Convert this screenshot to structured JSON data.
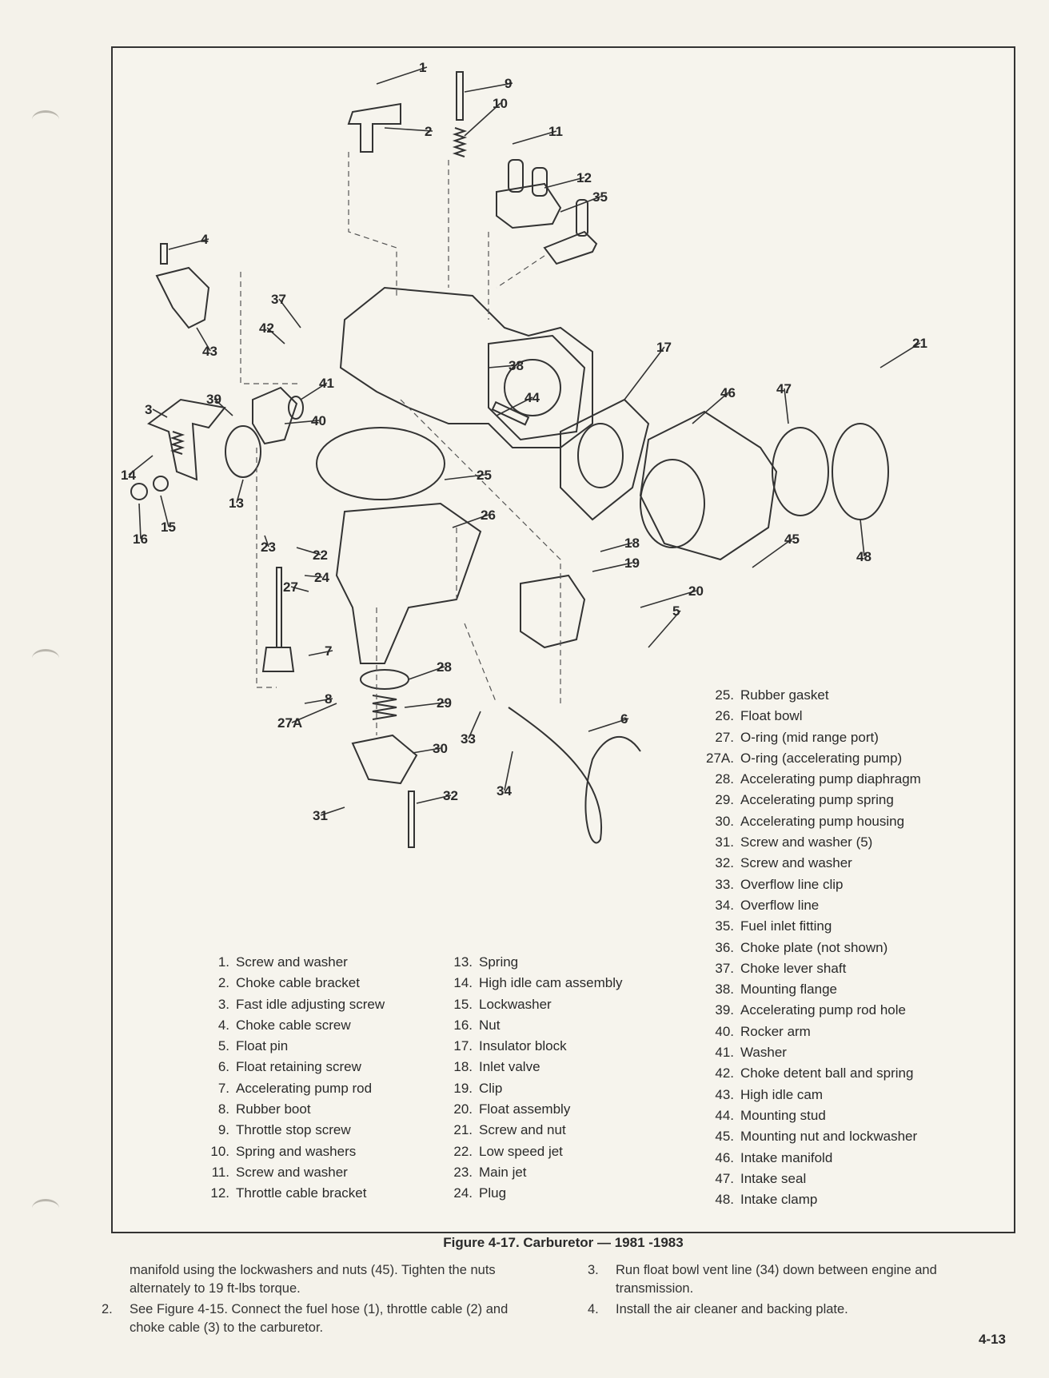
{
  "figure": {
    "caption": "Figure 4-17. Carburetor — 1981 -1983",
    "callouts": [
      "1",
      "2",
      "3",
      "4",
      "5",
      "6",
      "7",
      "8",
      "9",
      "10",
      "11",
      "12",
      "13",
      "14",
      "15",
      "16",
      "17",
      "18",
      "19",
      "20",
      "21",
      "22",
      "23",
      "24",
      "25",
      "26",
      "27",
      "27A",
      "28",
      "29",
      "30",
      "31",
      "32",
      "33",
      "34",
      "35",
      "37",
      "38",
      "39",
      "40",
      "41",
      "42",
      "43",
      "44",
      "45",
      "46",
      "47",
      "48"
    ],
    "legend_col1": [
      {
        "num": "1.",
        "label": "Screw and washer"
      },
      {
        "num": "2.",
        "label": "Choke cable bracket"
      },
      {
        "num": "3.",
        "label": "Fast idle adjusting screw"
      },
      {
        "num": "4.",
        "label": "Choke cable screw"
      },
      {
        "num": "5.",
        "label": "Float pin"
      },
      {
        "num": "6.",
        "label": "Float retaining screw"
      },
      {
        "num": "7.",
        "label": "Accelerating pump rod"
      },
      {
        "num": "8.",
        "label": "Rubber boot"
      },
      {
        "num": "9.",
        "label": "Throttle stop screw"
      },
      {
        "num": "10.",
        "label": "Spring and washers"
      },
      {
        "num": "11.",
        "label": "Screw and washer"
      },
      {
        "num": "12.",
        "label": "Throttle cable bracket"
      }
    ],
    "legend_col2": [
      {
        "num": "13.",
        "label": "Spring"
      },
      {
        "num": "14.",
        "label": "High idle cam assembly"
      },
      {
        "num": "15.",
        "label": "Lockwasher"
      },
      {
        "num": "16.",
        "label": "Nut"
      },
      {
        "num": "17.",
        "label": "Insulator block"
      },
      {
        "num": "18.",
        "label": "Inlet valve"
      },
      {
        "num": "19.",
        "label": "Clip"
      },
      {
        "num": "20.",
        "label": "Float assembly"
      },
      {
        "num": "21.",
        "label": "Screw and nut"
      },
      {
        "num": "22.",
        "label": "Low speed jet"
      },
      {
        "num": "23.",
        "label": "Main jet"
      },
      {
        "num": "24.",
        "label": "Plug"
      }
    ],
    "legend_col3": [
      {
        "num": "25.",
        "label": "Rubber gasket"
      },
      {
        "num": "26.",
        "label": "Float bowl"
      },
      {
        "num": "27.",
        "label": "O-ring (mid range port)"
      },
      {
        "num": "27A.",
        "label": "O-ring (accelerating pump)"
      },
      {
        "num": "28.",
        "label": "Accelerating pump diaphragm"
      },
      {
        "num": "29.",
        "label": "Accelerating pump spring"
      },
      {
        "num": "30.",
        "label": "Accelerating pump housing"
      },
      {
        "num": "31.",
        "label": "Screw and washer (5)"
      },
      {
        "num": "32.",
        "label": "Screw and washer"
      },
      {
        "num": "33.",
        "label": "Overflow line clip"
      },
      {
        "num": "34.",
        "label": "Overflow line"
      },
      {
        "num": "35.",
        "label": "Fuel inlet fitting"
      },
      {
        "num": "36.",
        "label": "Choke plate (not shown)"
      },
      {
        "num": "37.",
        "label": "Choke lever shaft"
      },
      {
        "num": "38.",
        "label": "Mounting flange"
      },
      {
        "num": "39.",
        "label": "Accelerating pump rod hole"
      },
      {
        "num": "40.",
        "label": "Rocker arm"
      },
      {
        "num": "41.",
        "label": "Washer"
      },
      {
        "num": "42.",
        "label": "Choke detent ball and spring"
      },
      {
        "num": "43.",
        "label": "High idle cam"
      },
      {
        "num": "44.",
        "label": "Mounting stud"
      },
      {
        "num": "45.",
        "label": "Mounting nut and lockwasher"
      },
      {
        "num": "46.",
        "label": "Intake manifold"
      },
      {
        "num": "47.",
        "label": "Intake seal"
      },
      {
        "num": "48.",
        "label": "Intake clamp"
      }
    ]
  },
  "text": {
    "left": [
      {
        "num": "",
        "text": "manifold using the lockwashers and nuts (45). Tighten the nuts alternately to 19 ft-lbs torque."
      },
      {
        "num": "2.",
        "text": "See Figure 4-15. Connect the fuel hose (1), throttle cable (2) and choke cable (3) to the carburetor."
      }
    ],
    "right": [
      {
        "num": "3.",
        "text": "Run float bowl vent line (34) down between engine and transmission."
      },
      {
        "num": "4.",
        "text": "Install the air cleaner and backing plate."
      }
    ]
  },
  "page_number": "4-13"
}
